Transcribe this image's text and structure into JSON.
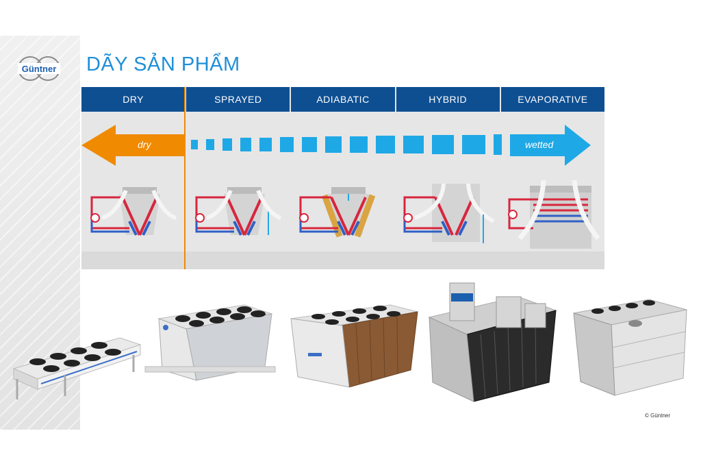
{
  "slide": {
    "title": "DÃY SẢN PHẨM",
    "logo_text": "Güntner",
    "copyright": "© Güntner"
  },
  "diagram": {
    "categories": [
      "DRY",
      "SPRAYED",
      "ADIABATIC",
      "HYBRID",
      "EVAPORATIVE"
    ],
    "arrow_left_label": "dry",
    "arrow_right_label": "wetted"
  },
  "colors": {
    "title_blue": "#1f8fd8",
    "header_blue": "#0e4f92",
    "dry_orange": "#f08a00",
    "wet_cyan": "#1fa8e6",
    "hot_red": "#d7263d",
    "cold_blue": "#2f5fc7"
  },
  "products": [
    {
      "name": "dry-cooler-unit-icon"
    },
    {
      "name": "sprayed-cooler-unit-icon"
    },
    {
      "name": "adiabatic-cooler-unit-icon"
    },
    {
      "name": "hybrid-cooling-tower-icon"
    },
    {
      "name": "evaporative-condenser-icon"
    }
  ]
}
